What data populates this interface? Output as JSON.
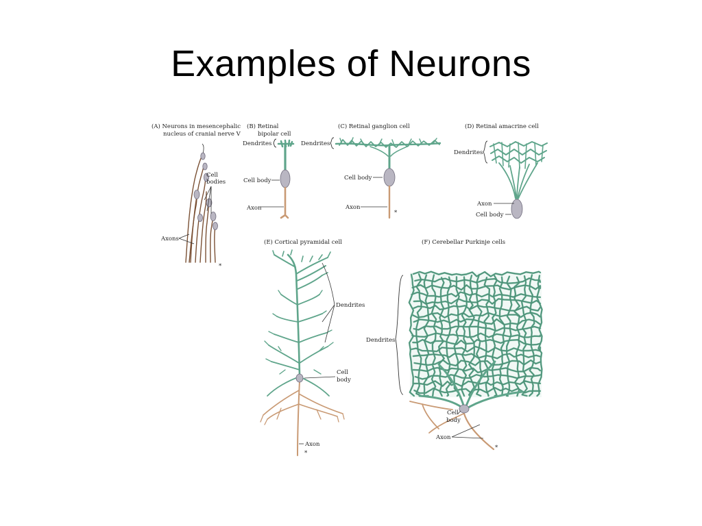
{
  "slide": {
    "title": "Examples of Neurons"
  },
  "panels": {
    "a": {
      "title_line1": "(A) Neurons in mesencephalic",
      "title_line2": "nucleus of cranial nerve V",
      "label_cell_line1": "Cell",
      "label_cell_line2": "bodies",
      "label_axons": "Axons",
      "asterisk": "*"
    },
    "b": {
      "title_line1": "(B) Retinal",
      "title_line2": "bipolar cell",
      "label_dendrites": "Dendrites",
      "label_cell_body": "Cell body",
      "label_axon": "Axon"
    },
    "c": {
      "title": "(C) Retinal ganglion cell",
      "label_dendrites": "Dendrites",
      "label_cell_body": "Cell body",
      "label_axon": "Axon",
      "asterisk": "*"
    },
    "d": {
      "title": "(D) Retinal amacrine cell",
      "label_dendrites": "Dendrites",
      "label_axon": "Axon",
      "label_cell_body": "Cell body"
    },
    "e": {
      "title": "(E) Cortical pyramidal cell",
      "label_dendrites": "Dendrites",
      "label_cell_line1": "Cell",
      "label_cell_line2": "body",
      "label_axon": "Axon",
      "asterisk": "*"
    },
    "f": {
      "title": "(F) Cerebellar Purkinje cells",
      "label_dendrites": "Dendrites",
      "label_cell_line1": "Cell",
      "label_cell_line2": "body",
      "label_axon": "Axon",
      "asterisk": "*"
    }
  },
  "colors": {
    "dendrite": "#5fa58b",
    "axon": "#c99a74",
    "cell_body": "#b9b6c2"
  }
}
